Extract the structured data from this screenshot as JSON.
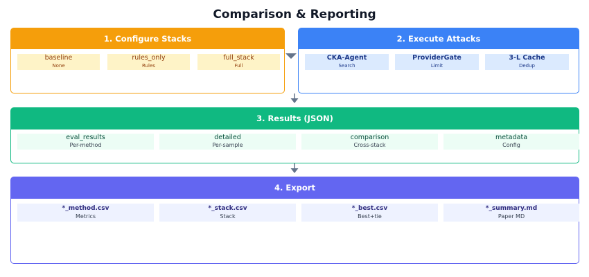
{
  "title": "Comparison & Reporting",
  "colors": {
    "configure": "#f59e0b",
    "execute": "#3b82f6",
    "results": "#10b981",
    "export": "#6366f1",
    "arrow": "#64748b"
  },
  "panels": {
    "configure": {
      "header": "1. Configure Stacks",
      "cards": [
        {
          "name": "baseline",
          "sub": "None"
        },
        {
          "name": "rules_only",
          "sub": "Rules"
        },
        {
          "name": "full_stack",
          "sub": "Full"
        }
      ]
    },
    "execute": {
      "header": "2. Execute Attacks",
      "cards": [
        {
          "name": "CKA-Agent",
          "sub": "Search"
        },
        {
          "name": "ProviderGate",
          "sub": "Limit"
        },
        {
          "name": "3-L Cache",
          "sub": "Dedup"
        }
      ]
    },
    "results": {
      "header": "3. Results (JSON)",
      "cards": [
        {
          "name": "eval_results",
          "sub": "Per-method"
        },
        {
          "name": "detailed",
          "sub": "Per-sample"
        },
        {
          "name": "comparison",
          "sub": "Cross-stack"
        },
        {
          "name": "metadata",
          "sub": "Config"
        }
      ]
    },
    "export": {
      "header": "4. Export",
      "cards": [
        {
          "name": "*_method.csv",
          "sub": "Metrics"
        },
        {
          "name": "*_stack.csv",
          "sub": "Stack"
        },
        {
          "name": "*_best.csv",
          "sub": "Best+tie"
        },
        {
          "name": "*_summary.md",
          "sub": "Paper MD"
        }
      ]
    }
  }
}
